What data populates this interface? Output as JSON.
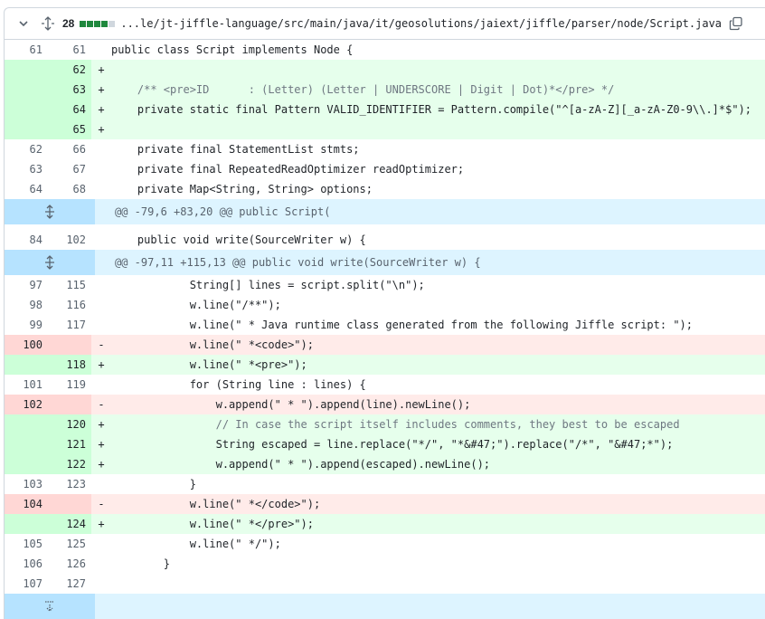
{
  "file_header": {
    "changes_count": "28",
    "path": "...le/jt-jiffle-language/src/main/java/it/geosolutions/jaiext/jiffle/parser/node/Script.java",
    "bar_colors": [
      "#1f883d",
      "#1f883d",
      "#1f883d",
      "#1f883d",
      "#d0d7de"
    ]
  },
  "colors": {
    "addition_bg": "#e6ffec",
    "addition_gutter": "#ccffd8",
    "deletion_bg": "#ffebe9",
    "deletion_gutter": "#ffd7d5",
    "hunk_bg": "#ddf4ff",
    "hunk_gutter": "#b6e3ff"
  },
  "hunks": {
    "h1": "@@ -79,6 +83,20 @@ public Script(",
    "h2": "@@ -97,11 +115,13 @@ public void write(SourceWriter w) {"
  },
  "lines": [
    {
      "old": "61",
      "new": "61",
      "mark": "",
      "text": "public class Script implements Node {"
    },
    {
      "old": "",
      "new": "62",
      "mark": "+",
      "text": ""
    },
    {
      "old": "",
      "new": "63",
      "mark": "+",
      "text": "    /** <pre>ID      : (Letter) (Letter | UNDERSCORE | Digit | Dot)*</pre> */"
    },
    {
      "old": "",
      "new": "64",
      "mark": "+",
      "text": "    private static final Pattern VALID_IDENTIFIER = Pattern.compile(\"^[a-zA-Z][_a-zA-Z0-9\\\\.]*$\");"
    },
    {
      "old": "",
      "new": "65",
      "mark": "+",
      "text": ""
    },
    {
      "old": "62",
      "new": "66",
      "mark": "",
      "text": "    private final StatementList stmts;"
    },
    {
      "old": "63",
      "new": "67",
      "mark": "",
      "text": "    private final RepeatedReadOptimizer readOptimizer;"
    },
    {
      "old": "64",
      "new": "68",
      "mark": "",
      "text": "    private Map<String, String> options;"
    },
    {
      "old": "84",
      "new": "102",
      "mark": "",
      "text": "    public void write(SourceWriter w) {"
    },
    {
      "old": "97",
      "new": "115",
      "mark": "",
      "text": "            String[] lines = script.split(\"\\n\");"
    },
    {
      "old": "98",
      "new": "116",
      "mark": "",
      "text": "            w.line(\"/**\");"
    },
    {
      "old": "99",
      "new": "117",
      "mark": "",
      "text": "            w.line(\" * Java runtime class generated from the following Jiffle script: \");"
    },
    {
      "old": "100",
      "new": "",
      "mark": "-",
      "text": "            w.line(\" *<code>\");"
    },
    {
      "old": "",
      "new": "118",
      "mark": "+",
      "text": "            w.line(\" *<pre>\");"
    },
    {
      "old": "101",
      "new": "119",
      "mark": "",
      "text": "            for (String line : lines) {"
    },
    {
      "old": "102",
      "new": "",
      "mark": "-",
      "text": "                w.append(\" * \").append(line).newLine();"
    },
    {
      "old": "",
      "new": "120",
      "mark": "+",
      "text": "                // In case the script itself includes comments, they best to be escaped"
    },
    {
      "old": "",
      "new": "121",
      "mark": "+",
      "text": "                String escaped = line.replace(\"*/\", \"*&#47;\").replace(\"/*\", \"&#47;*\");"
    },
    {
      "old": "",
      "new": "122",
      "mark": "+",
      "text": "                w.append(\" * \").append(escaped).newLine();"
    },
    {
      "old": "103",
      "new": "123",
      "mark": "",
      "text": "            }"
    },
    {
      "old": "104",
      "new": "",
      "mark": "-",
      "text": "            w.line(\" *</code>\");"
    },
    {
      "old": "",
      "new": "124",
      "mark": "+",
      "text": "            w.line(\" *</pre>\");"
    },
    {
      "old": "105",
      "new": "125",
      "mark": "",
      "text": "            w.line(\" */\");"
    },
    {
      "old": "106",
      "new": "126",
      "mark": "",
      "text": "        }"
    },
    {
      "old": "107",
      "new": "127",
      "mark": "",
      "text": ""
    }
  ]
}
